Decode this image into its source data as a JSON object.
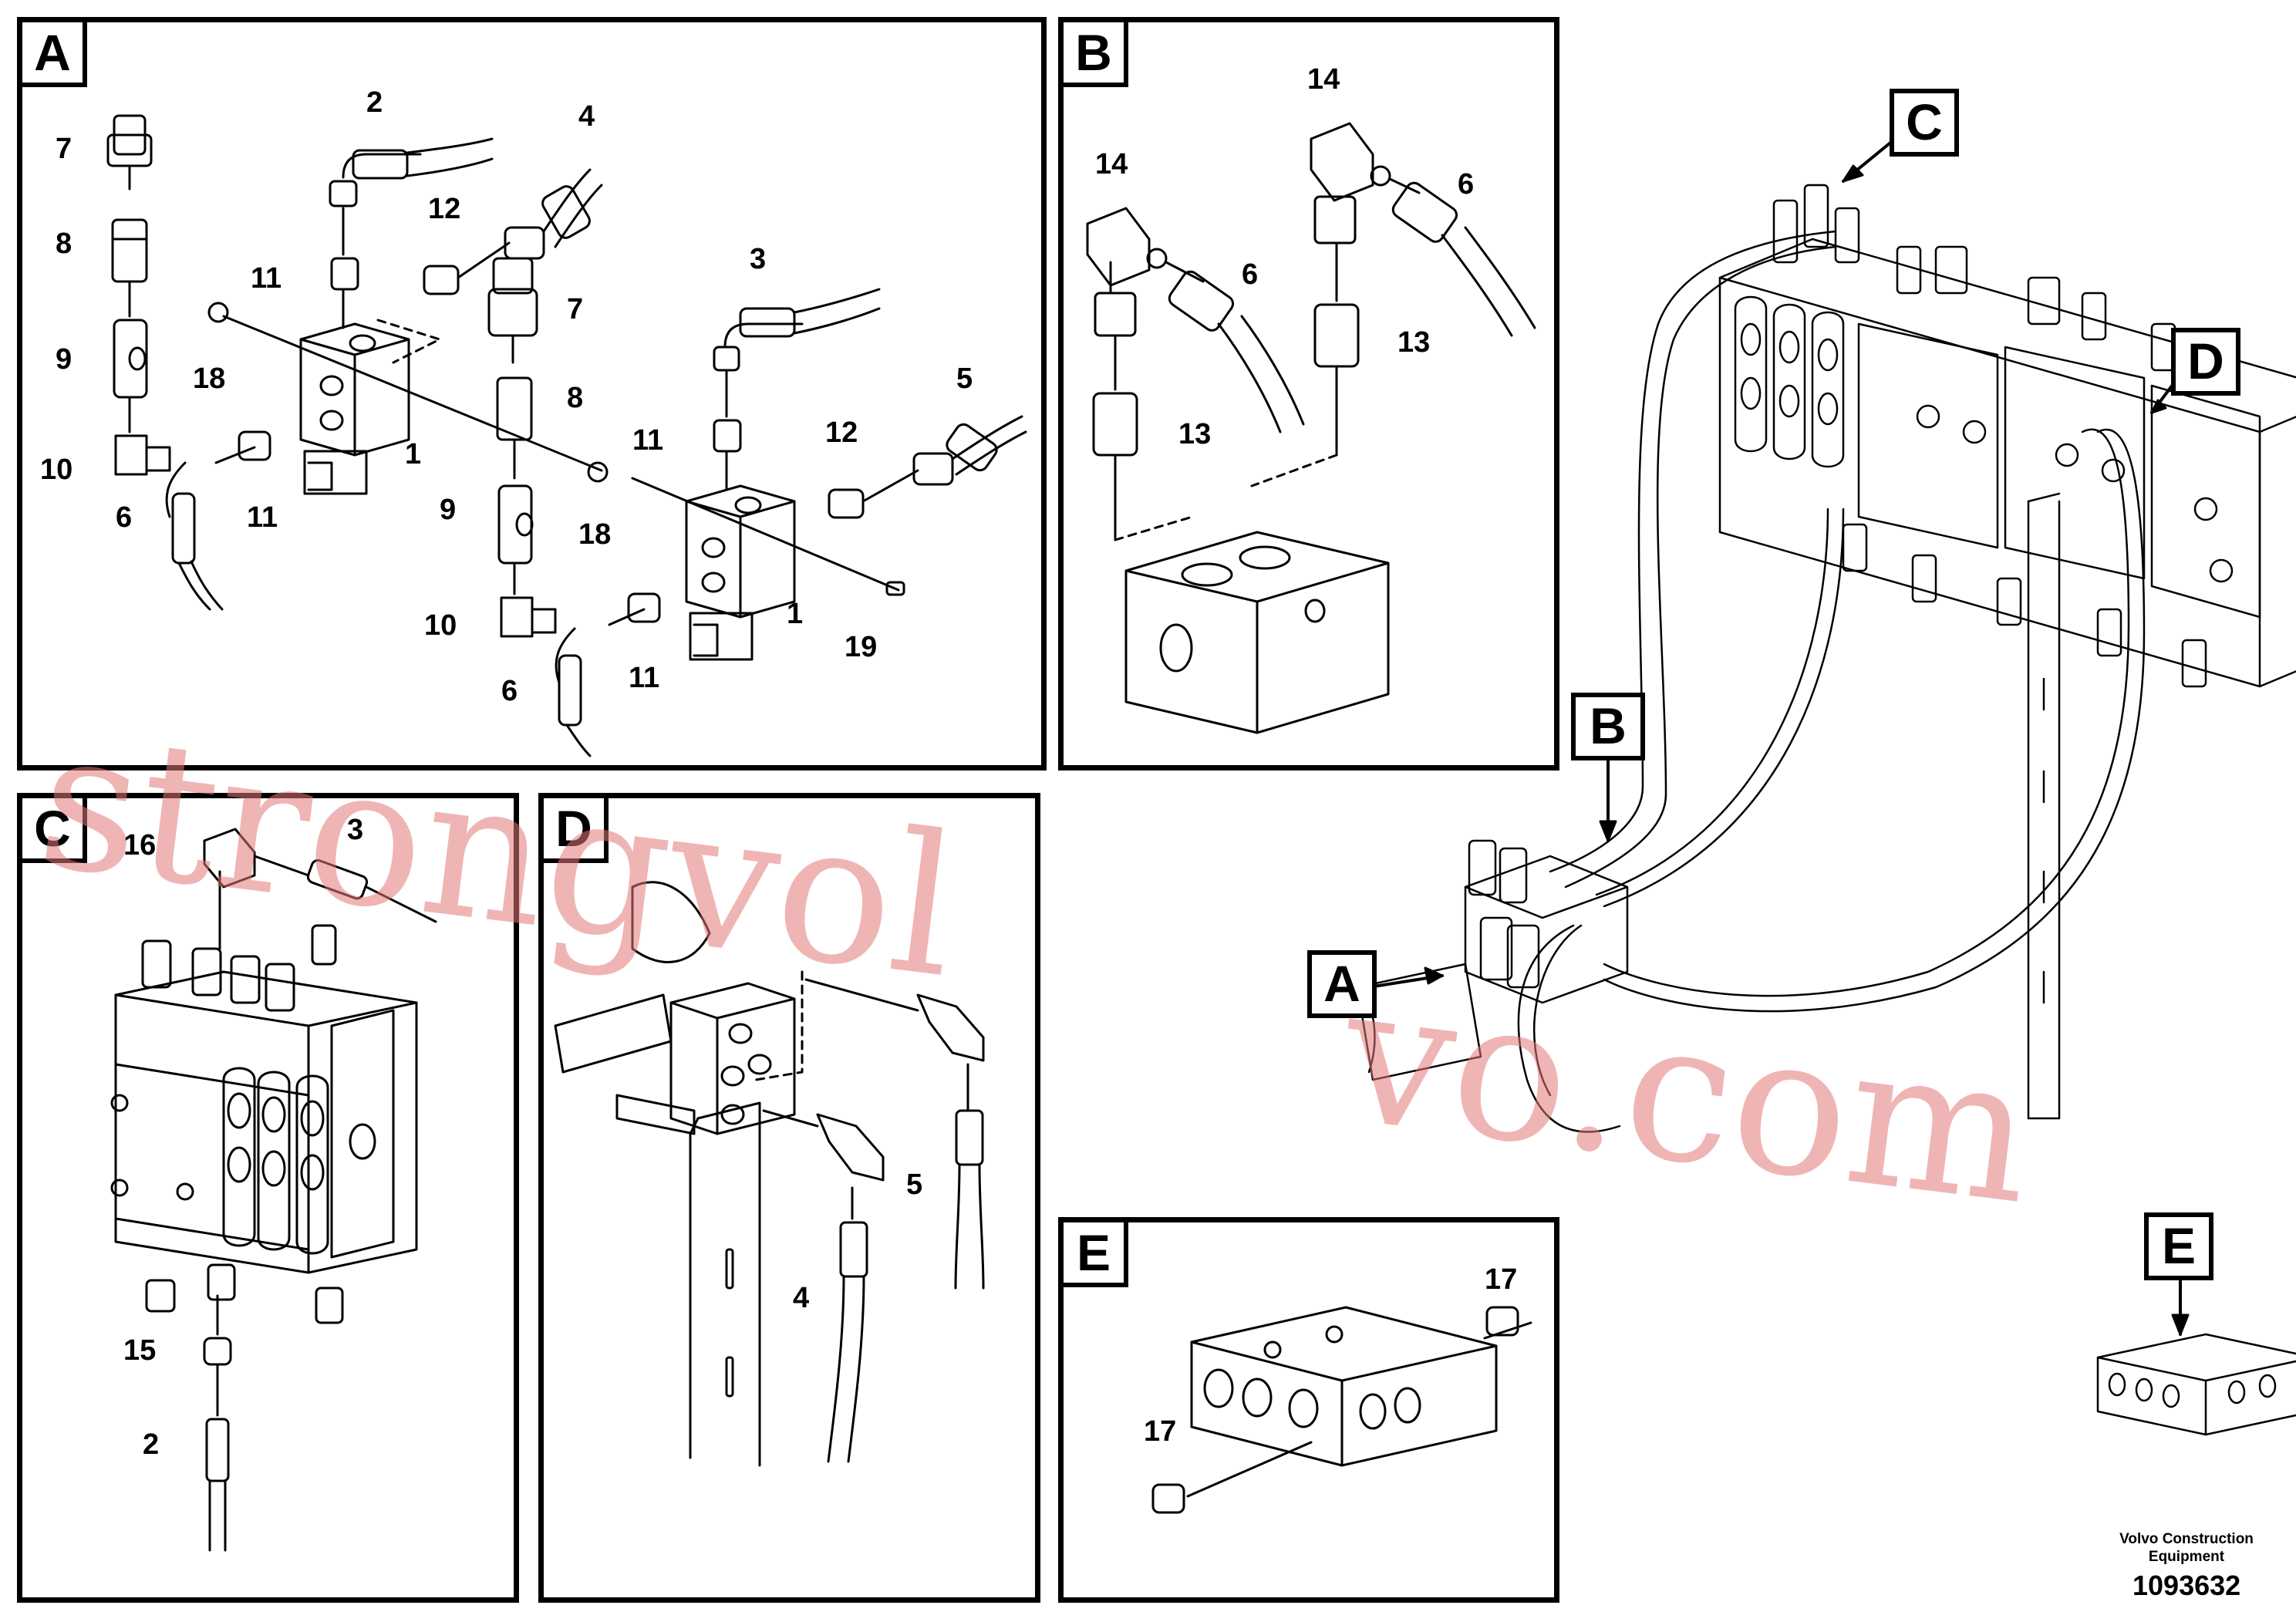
{
  "panels": {
    "A": {
      "tag": "A",
      "labels": [
        "7",
        "2",
        "4",
        "8",
        "11",
        "12",
        "7",
        "3",
        "9",
        "18",
        "8",
        "10",
        "1",
        "5",
        "6",
        "11",
        "12",
        "9",
        "18",
        "11",
        "10",
        "1",
        "19",
        "11",
        "6"
      ]
    },
    "B": {
      "tag": "B",
      "labels": [
        "14",
        "14",
        "6",
        "6",
        "13",
        "13"
      ]
    },
    "C": {
      "tag": "C",
      "labels": [
        "16",
        "3",
        "15",
        "2"
      ]
    },
    "D": {
      "tag": "D",
      "labels": [
        "5",
        "4"
      ]
    },
    "E": {
      "tag": "E",
      "labels": [
        "17",
        "17"
      ]
    }
  },
  "overview": {
    "callouts": [
      "C",
      "D",
      "B",
      "A",
      "E"
    ]
  },
  "watermark": {
    "line1": "strongvol",
    "line2": "vo.com"
  },
  "footer": {
    "company_line1": "Volvo Construction",
    "company_line2": "Equipment",
    "drawing_number": "1093632"
  }
}
